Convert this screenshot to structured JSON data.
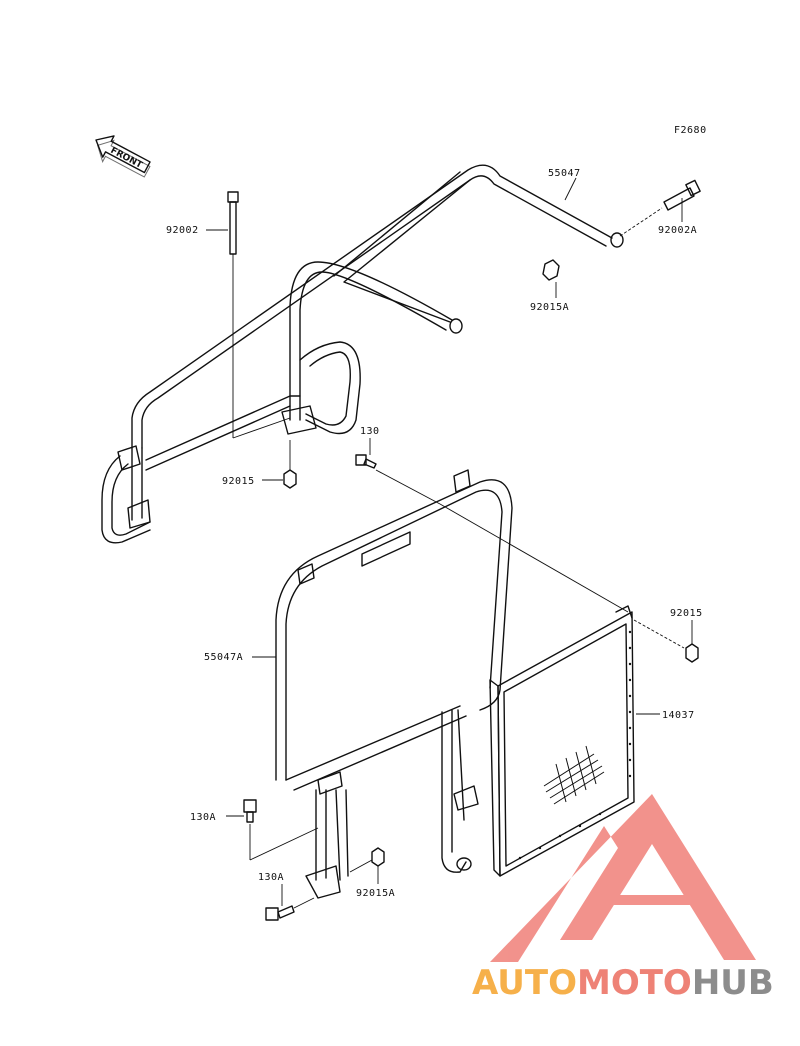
{
  "diagram_code": "F2680",
  "front_label": "FRONT",
  "parts": {
    "p55047": "55047",
    "p92002A": "92002A",
    "p92002": "92002",
    "p92015A_top": "92015A",
    "p92015_left": "92015",
    "p130": "130",
    "p92015_right": "92015",
    "p55047A": "55047A",
    "p14037": "14037",
    "p130A_upper": "130A",
    "p130A_lower": "130A",
    "p92015A_bottom": "92015A"
  },
  "watermark": {
    "part1": "AUTO",
    "part2": "MOTO",
    "part3": "HUB",
    "colors": {
      "part1": "#f6b04a",
      "part2": "#ee8276",
      "part3": "#8c8c8c",
      "logo": "#f08078"
    }
  }
}
